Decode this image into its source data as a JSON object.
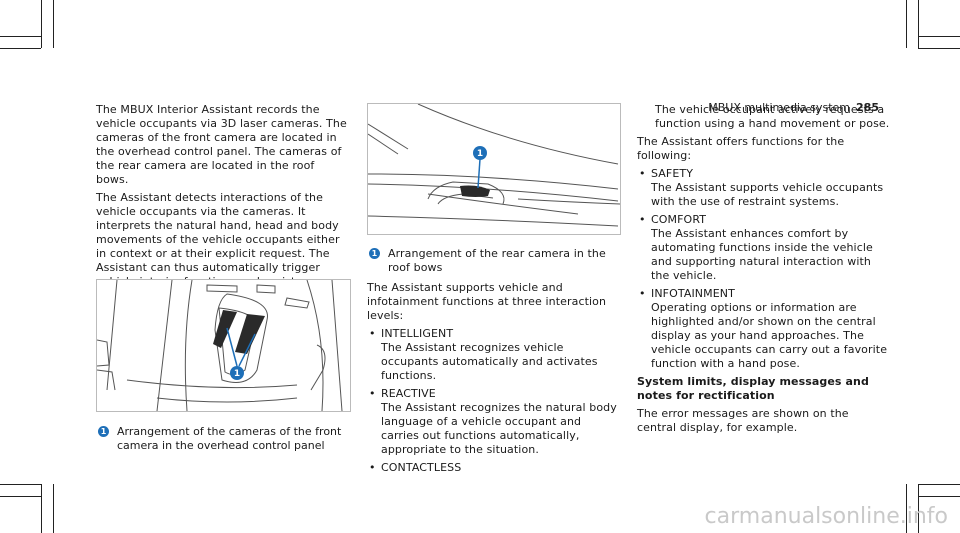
{
  "header": {
    "title": "MBUX multimedia system",
    "page": "285"
  },
  "col1": {
    "p1": "The MBUX Interior Assistant records the vehicle occupants via 3D laser cameras. The cameras of the front camera are located in the overhead control panel. The cameras of the rear camera are located in the roof bows.",
    "p2": "The Assistant detects interactions of the vehicle occupants via the cameras. It interprets the natural hand, head and body movements of the vehicle occupants either in context or at their explicit request. The Assistant can thus automatically trigger vehicle interior functions and assist appropriately to the situation.",
    "fig_badge": "1",
    "cap_badge": "1",
    "caption": "Arrangement of the cameras of the front camera in the overhead control panel"
  },
  "col2": {
    "fig_badge": "1",
    "cap_badge": "1",
    "caption": "Arrangement of the rear camera in the roof bows",
    "intro": "The Assistant supports vehicle and infotainment functions at three interaction levels:",
    "items": [
      {
        "bullet": "•",
        "label": "INTELLIGENT",
        "text": "The Assistant recognizes vehicle occupants automatically and activates functions."
      },
      {
        "bullet": "•",
        "label": "REACTIVE",
        "text": "The Assistant recognizes the natural body language of a vehicle occupant and carries out functions automatically, appropriate to the situation."
      },
      {
        "bullet": "•",
        "label": "CONTACTLESS"
      }
    ]
  },
  "col3": {
    "cont": "The vehicle occupant actively requests a function using a hand movement or pose.",
    "intro": "The Assistant offers functions for the following:",
    "items": [
      {
        "bullet": "•",
        "label": "SAFETY",
        "text": "The Assistant supports vehicle occupants with the use of restraint systems."
      },
      {
        "bullet": "•",
        "label": "COMFORT",
        "text": "The Assistant enhances comfort by automating functions inside the vehicle and supporting natural interaction with the vehicle."
      },
      {
        "bullet": "•",
        "label": "INFOTAINMENT",
        "text": "Operating options or information are highlighted and/or shown on the central display as your hand approaches. The vehicle occupants can carry out a favorite function with a hand pose."
      }
    ],
    "heading": "System limits, display messages and notes for rectification",
    "body": "The error messages are shown on the central display, for example."
  },
  "watermark": "carmanualsonline.info"
}
